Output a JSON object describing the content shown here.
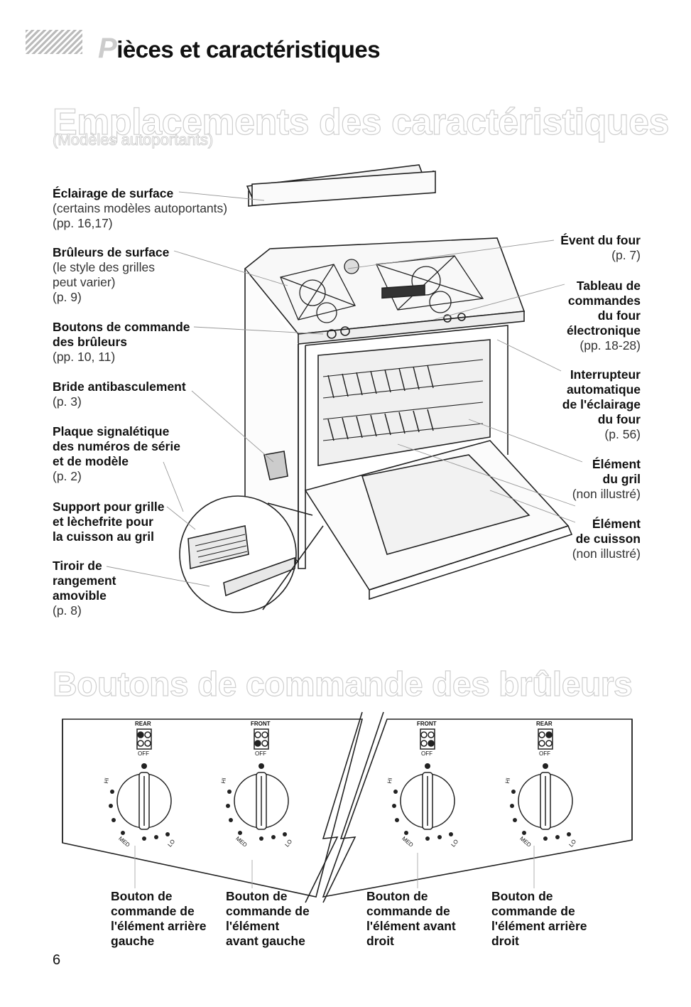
{
  "header": {
    "title_initial": "P",
    "title_rest": "ièces et caractéristiques"
  },
  "section1": {
    "title": "Emplacements des caractéristiques",
    "subtitle": "(Modèles autoportants)"
  },
  "callouts_left": [
    {
      "bold": [
        "Éclairage de surface"
      ],
      "plain": [
        "(certains modèles autoportants)",
        "(pp. 16,17)"
      ]
    },
    {
      "bold": [
        "Brûleurs de surface"
      ],
      "plain": [
        "(le style des grilles",
        "peut varier)",
        "(p. 9)"
      ]
    },
    {
      "bold": [
        "Boutons de commande",
        "des brûleurs"
      ],
      "plain": [
        "(pp. 10, 11)"
      ]
    },
    {
      "bold": [
        "Bride antibasculement"
      ],
      "plain": [
        "(p. 3)"
      ]
    },
    {
      "bold": [
        "Plaque signalétique",
        "des numéros de série",
        "et de modèle"
      ],
      "plain": [
        "(p. 2)"
      ]
    },
    {
      "bold": [
        "Support pour grille",
        "et lèchefrite pour",
        "la cuisson au gril"
      ],
      "plain": []
    },
    {
      "bold": [
        "Tiroir de",
        "rangement",
        "amovible"
      ],
      "plain": [
        "(p. 8)"
      ]
    }
  ],
  "callouts_right": [
    {
      "bold": [
        "Évent du four"
      ],
      "plain": [
        "(p. 7)"
      ]
    },
    {
      "bold": [
        "Tableau de",
        "commandes",
        "du four",
        "électronique"
      ],
      "plain": [
        "(pp. 18-28)"
      ]
    },
    {
      "bold": [
        "Interrupteur",
        "automatique",
        "de l'éclairage",
        "du four"
      ],
      "plain": [
        "(p. 56)"
      ]
    },
    {
      "bold": [
        "Élément",
        "du gril"
      ],
      "plain": [
        "(non illustré)"
      ]
    },
    {
      "bold": [
        "Élément",
        "de cuisson"
      ],
      "plain": [
        "(non illustré)"
      ]
    }
  ],
  "section2": {
    "title": "Boutons de commande des brûleurs"
  },
  "knobs": [
    {
      "position_label": "REAR",
      "off_label": "OFF",
      "hi": "HI",
      "med": "MED",
      "lo": "LO",
      "caption": [
        "Bouton de",
        "commande de",
        "l'élément arrière",
        "gauche"
      ]
    },
    {
      "position_label": "FRONT",
      "off_label": "OFF",
      "hi": "HI",
      "med": "MED",
      "lo": "LO",
      "caption": [
        "Bouton de",
        "commande de",
        "l'élément",
        "avant gauche"
      ]
    },
    {
      "position_label": "FRONT",
      "off_label": "OFF",
      "hi": "HI",
      "med": "MED",
      "lo": "LO",
      "caption": [
        "Bouton de",
        "commande de",
        "l'élément avant",
        "droit"
      ]
    },
    {
      "position_label": "REAR",
      "off_label": "OFF",
      "hi": "HI",
      "med": "MED",
      "lo": "LO",
      "caption": [
        "Bouton de",
        "commande de",
        "l'élément arrière",
        "droit"
      ]
    }
  ],
  "page_number": "6"
}
